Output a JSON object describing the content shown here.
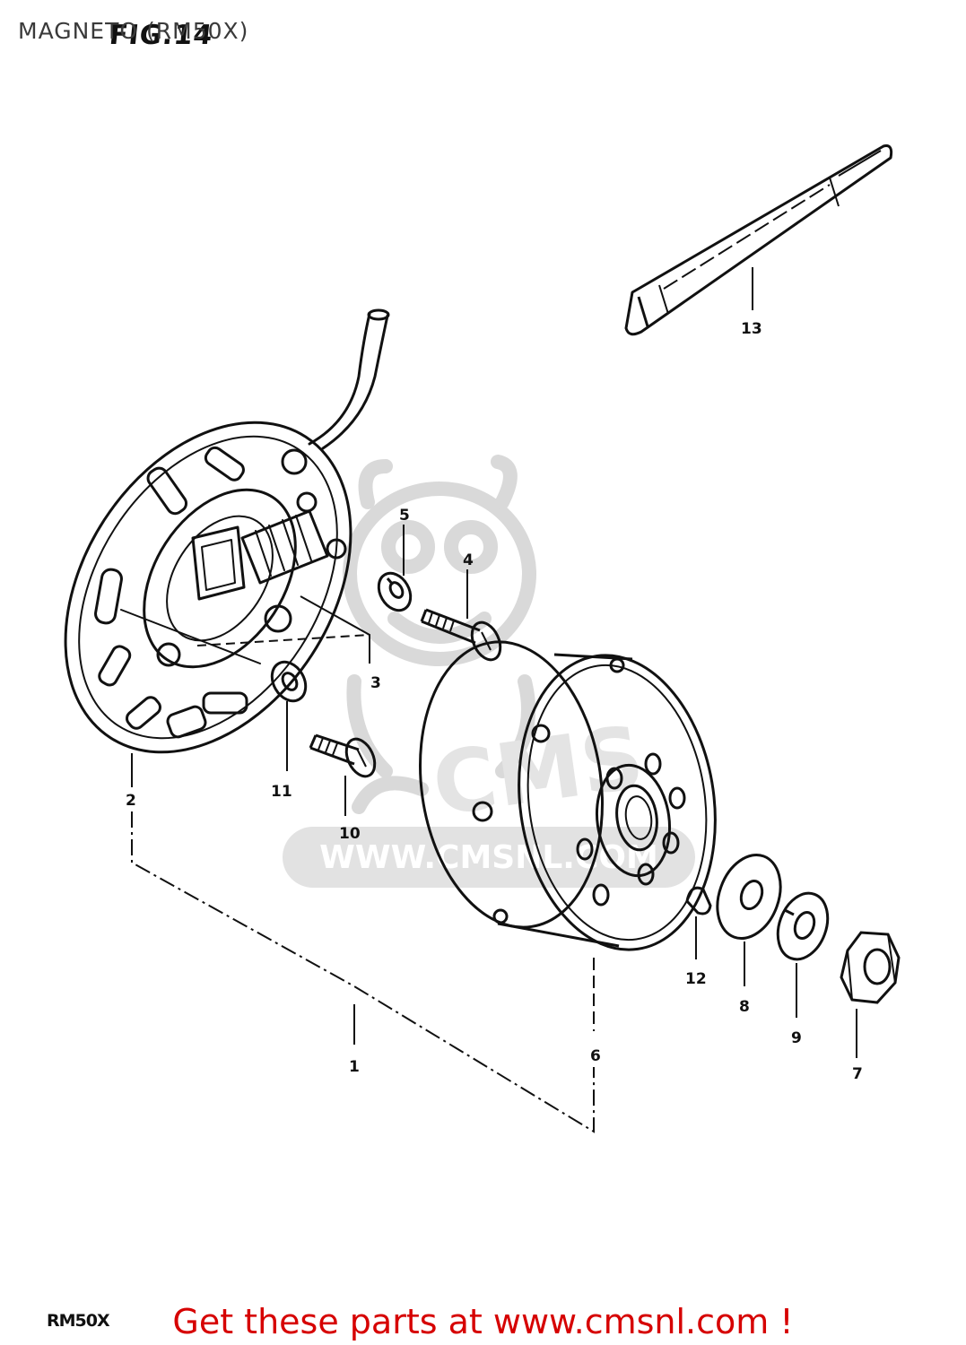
{
  "header": {
    "title": "MAGNETO (RM50X)",
    "figure_label": "FIG.14"
  },
  "watermark": {
    "brand": "CMS",
    "url": "WWW.CMSNL.COM",
    "color": "#d9d9d9"
  },
  "callouts": [
    "1",
    "2",
    "3",
    "4",
    "5",
    "6",
    "7",
    "8",
    "9",
    "10",
    "11",
    "12",
    "13"
  ],
  "footer": {
    "model_code": "RM50X",
    "cta": "Get these parts at www.cmsnl.com !",
    "cta_color": "#d60000"
  },
  "colors": {
    "line": "#111111",
    "background": "#ffffff"
  }
}
